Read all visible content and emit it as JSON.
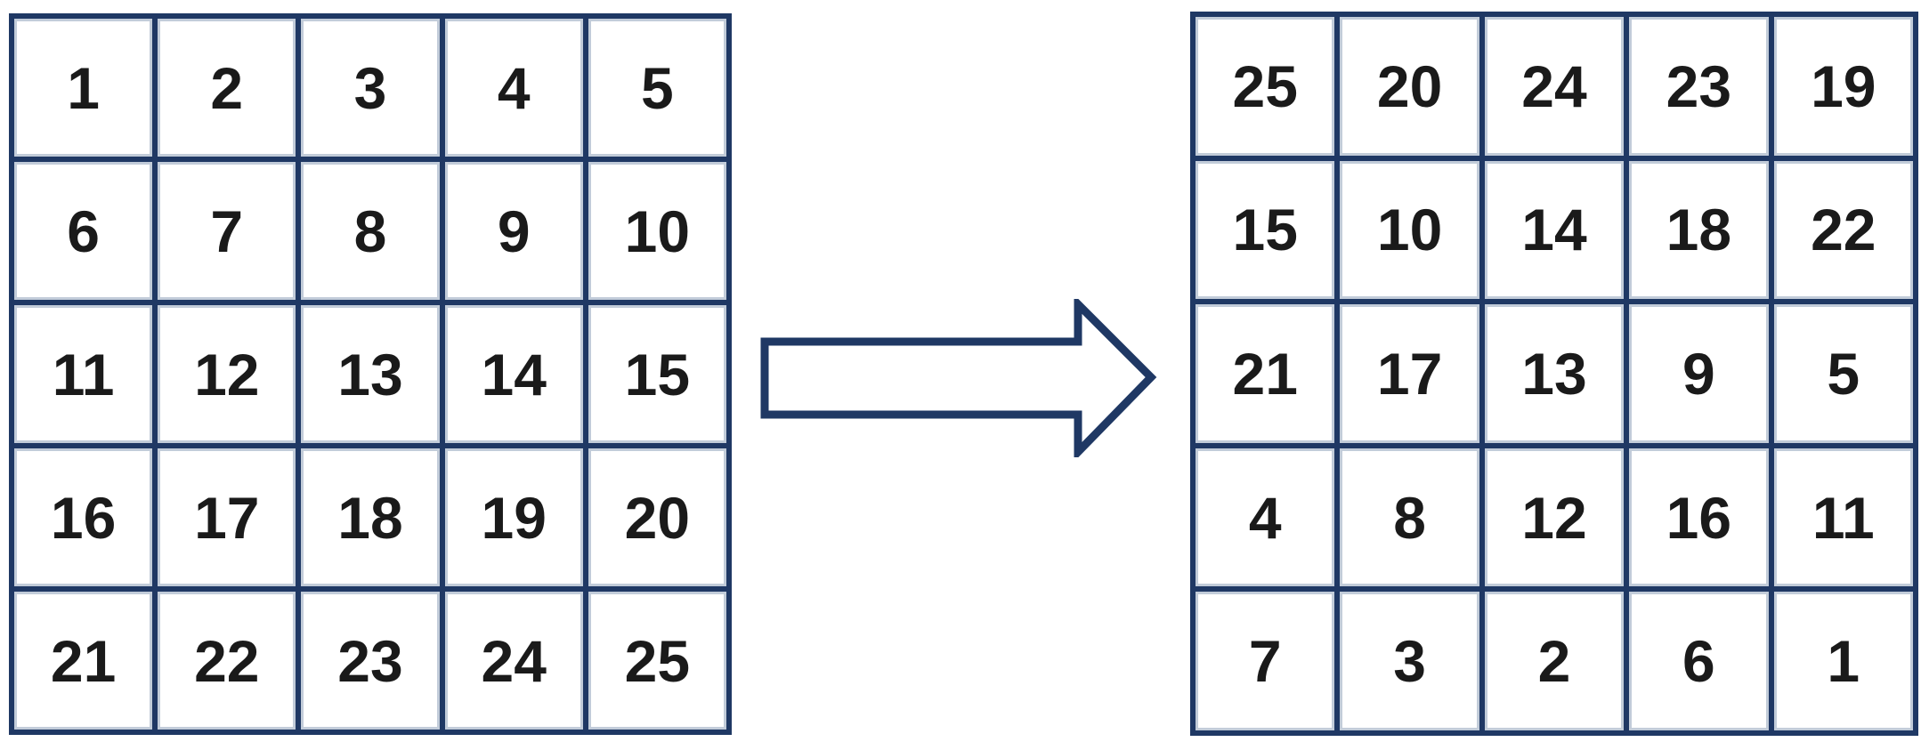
{
  "diagram": {
    "description": "5x5 number grid transformation diagram",
    "background": "#ffffff"
  },
  "colors": {
    "grid_border": "#1f3864",
    "cell_halo": "#8fa2ba",
    "cell_background": "#ffffff",
    "number_text": "#1a1a1a",
    "arrow_fill": "#ffffff",
    "arrow_stroke": "#1f3864"
  },
  "left_grid": {
    "rows": [
      [
        1,
        2,
        3,
        4,
        5
      ],
      [
        6,
        7,
        8,
        9,
        10
      ],
      [
        11,
        12,
        13,
        14,
        15
      ],
      [
        16,
        17,
        18,
        19,
        20
      ],
      [
        21,
        22,
        23,
        24,
        25
      ]
    ]
  },
  "right_grid": {
    "rows": [
      [
        25,
        20,
        24,
        23,
        19
      ],
      [
        15,
        10,
        14,
        18,
        22
      ],
      [
        21,
        17,
        13,
        9,
        5
      ],
      [
        4,
        8,
        12,
        16,
        11
      ],
      [
        7,
        3,
        2,
        6,
        1
      ]
    ]
  },
  "arrow": {
    "icon": "right-arrow-icon",
    "direction": "right"
  }
}
